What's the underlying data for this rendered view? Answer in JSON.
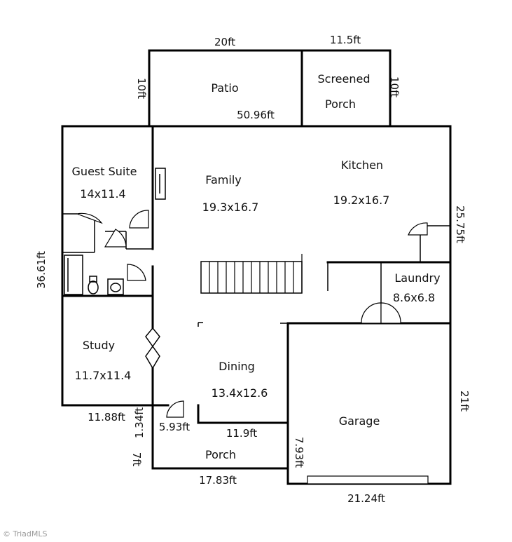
{
  "rooms": {
    "patio": "Patio",
    "screened": "Screened",
    "porch_top": "Porch",
    "guest_suite": "Guest Suite",
    "guest_dim": "14x11.4",
    "family": "Family",
    "family_dim": "19.3x16.7",
    "kitchen": "Kitchen",
    "kitchen_dim": "19.2x16.7",
    "laundry": "Laundry",
    "laundry_dim": "8.6x6.8",
    "study": "Study",
    "study_dim": "11.7x11.4",
    "dining": "Dining",
    "dining_dim": "13.4x12.6",
    "garage": "Garage",
    "porch_bottom": "Porch"
  },
  "dimensions": {
    "top_20ft": "20ft",
    "top_11_5ft": "11.5ft",
    "left_10ft": "10ft",
    "right_10ft": "10ft",
    "mid_50_96ft": "50.96ft",
    "right_25_75ft": "25.75ft",
    "left_36_61ft": "36.61ft",
    "right_21ft": "21ft",
    "b_11_88ft": "11.88ft",
    "b_1_34ft": "1.34ft",
    "b_5_93ft": "5.93ft",
    "b_11_9ft": "11.9ft",
    "b_7ft": "7ft",
    "b_7_93ft": "7.93ft",
    "b_17_83ft": "17.83ft",
    "b_21_24ft": "21.24ft"
  },
  "watermark": "© TriadMLS"
}
